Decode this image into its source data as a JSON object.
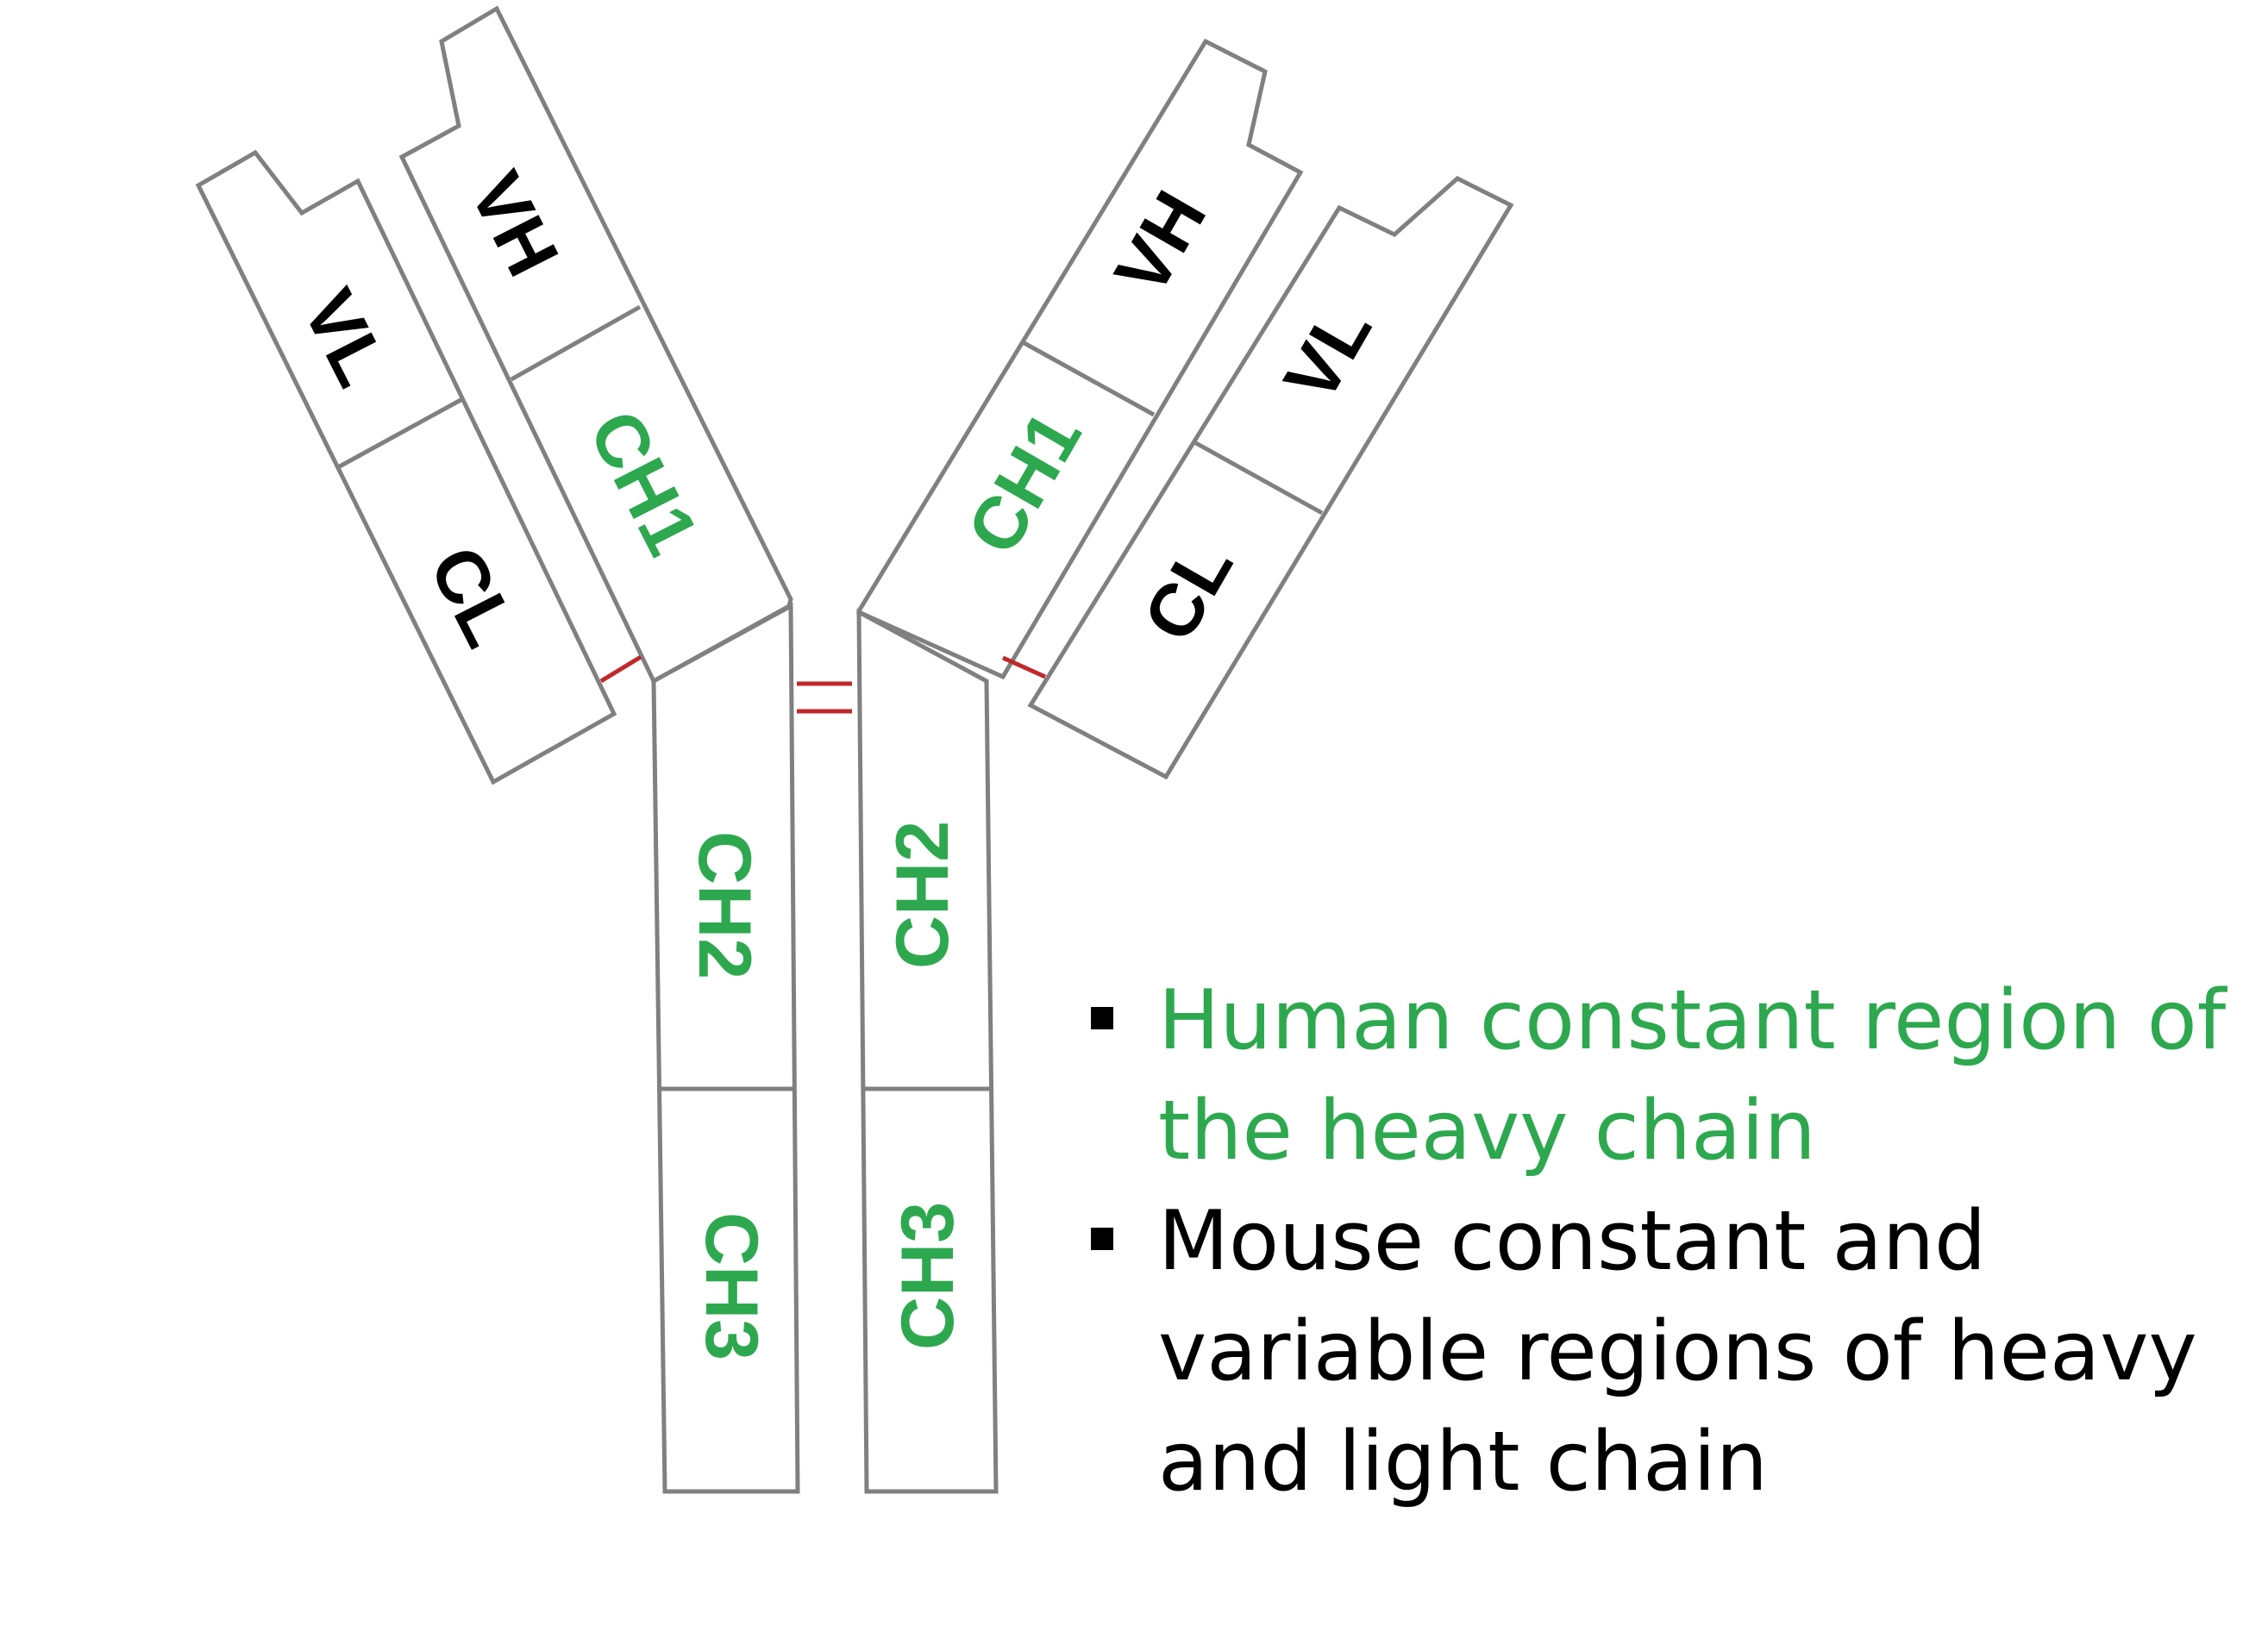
{
  "colors": {
    "human": "#2ea84f",
    "mouse": "#000000",
    "outline": "#808080",
    "disulfide": "#c0282a"
  },
  "domains": {
    "left_vl": "VL",
    "left_cl": "CL",
    "left_vh": "VH",
    "left_ch1": "CH1",
    "right_vl": "VL",
    "right_cl": "CL",
    "right_vh": "VH",
    "right_ch1": "CH1",
    "left_ch2": "CH2",
    "left_ch3": "CH3",
    "right_ch2": "CH2",
    "right_ch3": "CH3"
  },
  "legend": [
    {
      "text": "Human constant region of the heavy chain",
      "color_role": "human"
    },
    {
      "text": "Mouse constant and variable regions of heavy and light chain",
      "color_role": "mouse"
    }
  ]
}
